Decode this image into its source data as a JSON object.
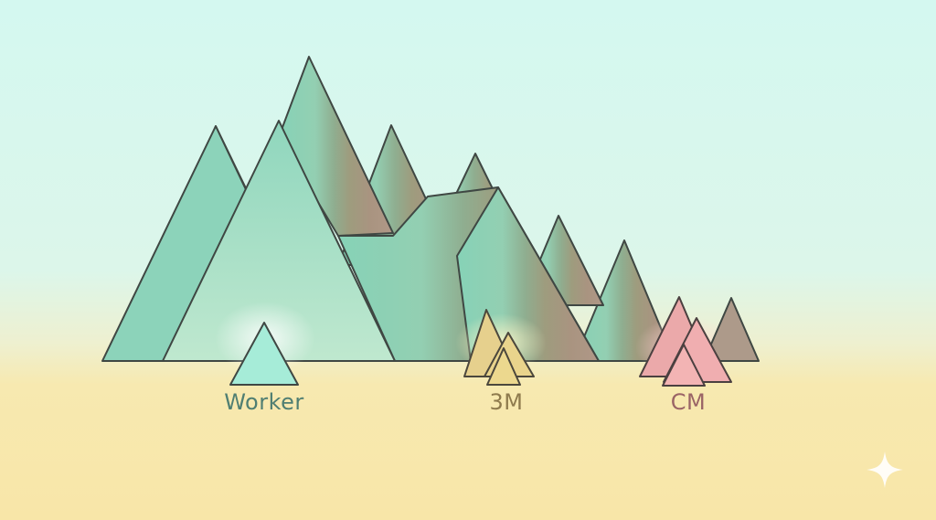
{
  "groups": [
    {
      "id": "worker",
      "label": "Worker",
      "color": "#a6ecd8"
    },
    {
      "id": "3m",
      "label": "3M",
      "color": "#e9d48c"
    },
    {
      "id": "cm",
      "label": "CM",
      "color": "#f0aeb0"
    }
  ],
  "icons": {
    "mountains": "mountain-range-icon",
    "sparkle": "sparkle-icon"
  }
}
